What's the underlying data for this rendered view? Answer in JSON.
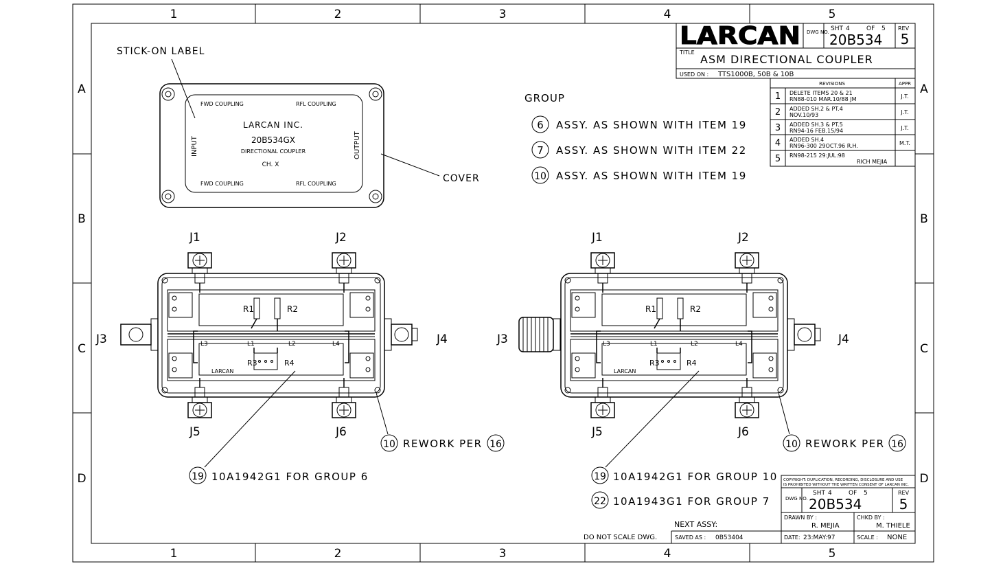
{
  "grid": {
    "cols": [
      "1",
      "2",
      "3",
      "4",
      "5"
    ],
    "rows": [
      "A",
      "B",
      "C",
      "D"
    ]
  },
  "title_block": {
    "logo": "LARCAN",
    "dwg_no_label": "DWG NO.",
    "dwg_no": "20B534",
    "sheet_label": "SHT",
    "sheet": "4",
    "of_label": "OF",
    "of": "5",
    "rev_label": "REV",
    "rev": "5",
    "title_label": "TITLE",
    "title": "ASM DIRECTIONAL COUPLER",
    "used_on_label": "USED ON :",
    "used_on": "TTS1000B, 50B & 10B"
  },
  "revisions": {
    "header": "REVISIONS",
    "appr_header": "APPR",
    "rows": [
      {
        "num": "1",
        "line1": "DELETE ITEMS 20 & 21",
        "line2": "RN88-010 MAR.10/88 JM",
        "appr": "J.T."
      },
      {
        "num": "2",
        "line1": "ADDED SH.2 & PT.4",
        "line2": "NOV.10/93",
        "appr": "J.T."
      },
      {
        "num": "3",
        "line1": "ADDED SH.3 & PT.5",
        "line2": "RN94-16 FEB.15/94",
        "appr": "J.T."
      },
      {
        "num": "4",
        "line1": "ADDED SH.4",
        "line2": "RN96-300 29OCT.96 R.H.",
        "appr": "M.T."
      },
      {
        "num": "5",
        "line1": "RN98-215 29:JUL:98",
        "line2": "RICH MEJIA",
        "appr": ""
      }
    ]
  },
  "group": {
    "heading": "GROUP",
    "items": [
      {
        "num": "6",
        "text": "ASSY. AS SHOWN WITH ITEM 19"
      },
      {
        "num": "7",
        "text": "ASSY. AS SHOWN WITH ITEM 22"
      },
      {
        "num": "10",
        "text": "ASSY. AS SHOWN WITH ITEM 19"
      }
    ]
  },
  "label": {
    "callout": "STICK-ON LABEL",
    "cover": "COVER",
    "fwd_coupling": "FWD COUPLING",
    "rfl_coupling": "RFL COUPLING",
    "company": "LARCAN INC.",
    "part": "20B534GX",
    "desc": "DIRECTIONAL COUPLER",
    "ch": "CH. X",
    "input": "INPUT",
    "output": "OUTPUT"
  },
  "assembly": {
    "j1": "J1",
    "j2": "J2",
    "j3": "J3",
    "j4": "J4",
    "j5": "J5",
    "j6": "J6",
    "r1": "R1",
    "r2": "R2",
    "r3": "R3",
    "r4": "R4",
    "l1": "L1",
    "l2": "L2",
    "l3": "L3",
    "l4": "L4",
    "larcan": "LARCAN"
  },
  "notes": {
    "rework_num": "10",
    "rework_text": "REWORK PER",
    "rework_ref": "16",
    "left_item_num": "19",
    "left_item_text": "10A1942G1 FOR GROUP 6",
    "right_item1_num": "19",
    "right_item1_text": "10A1942G1 FOR GROUP 10",
    "right_item2_num": "22",
    "right_item2_text": "10A1943G1 FOR GROUP 7"
  },
  "bottom_block": {
    "copyright1": "COPYRIGHT: DUPLICATION, RECORDING, DISCLOSURE AND USE",
    "copyright2": "IS PROHIBITED WITHOUT THE WRITTEN CONSENT OF LARCAN INC.",
    "dwg_no_label": "DWG NO.",
    "sheet_label": "SHT",
    "sheet": "4",
    "of_label": "OF",
    "of": "5",
    "dwg_no": "20B534",
    "rev_label": "REV",
    "rev": "5",
    "next_assy": "NEXT ASSY:",
    "drawn_label": "DRAWN BY :",
    "drawn": "R. MEJIA",
    "chkd_label": "CHKD BY :",
    "chkd": "M. THIELE",
    "no_scale": "DO NOT SCALE DWG.",
    "saved_label": "SAVED AS :",
    "saved": "0B53404",
    "date_label": "DATE:",
    "date": "23:MAY:97",
    "scale_label": "SCALE :",
    "scale": "NONE"
  }
}
